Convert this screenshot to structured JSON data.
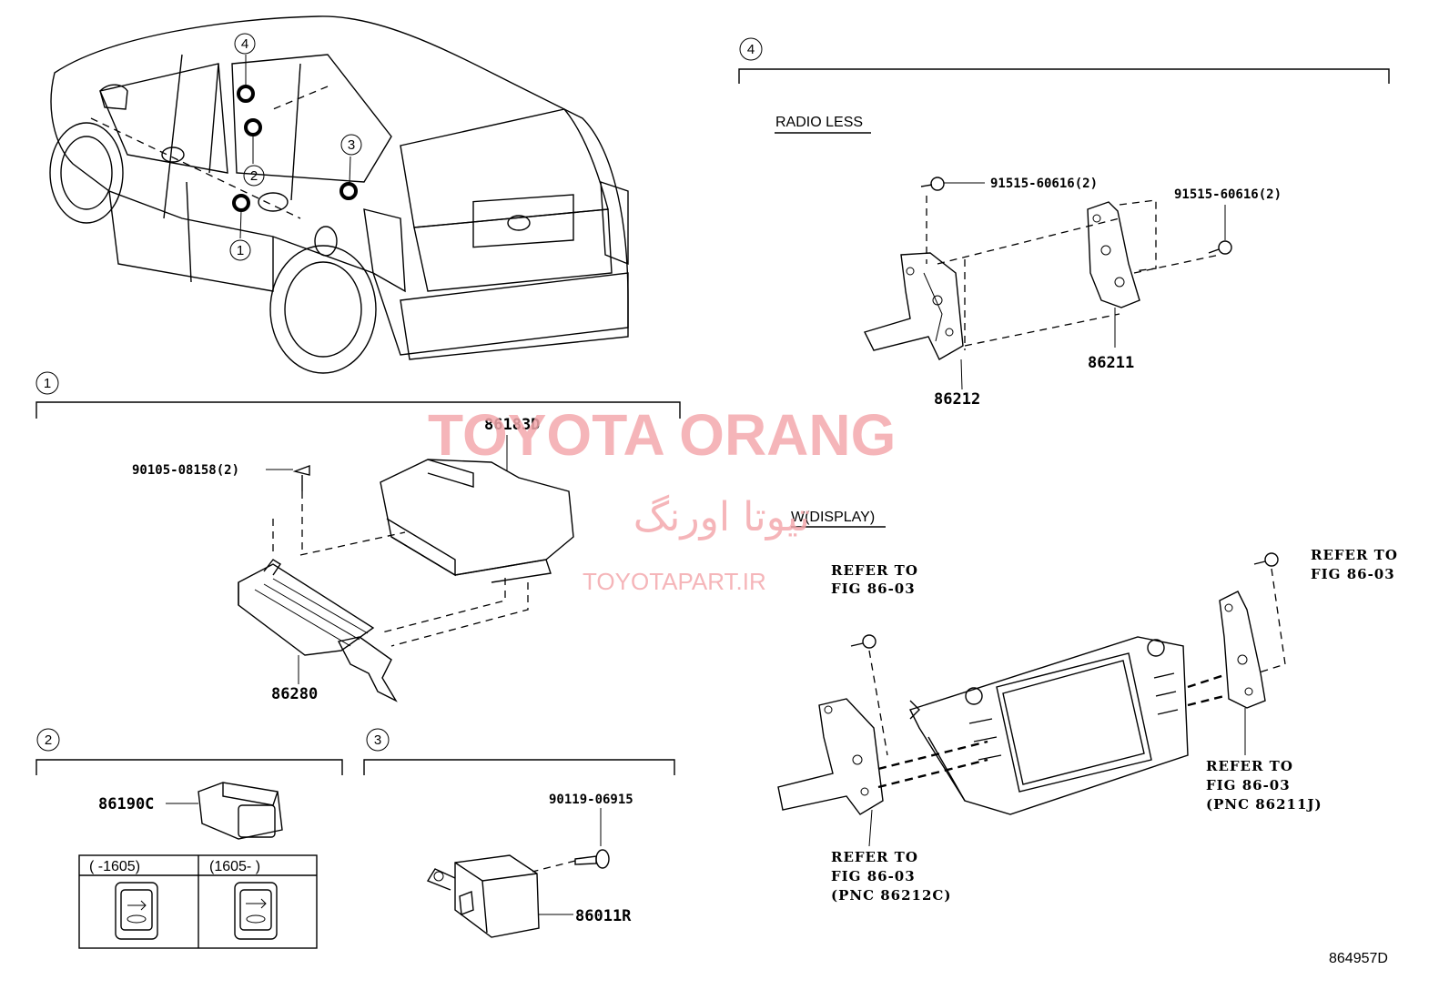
{
  "watermark": {
    "title": "TOYOTA ORANG",
    "persian": "تیوتا اورنگ",
    "site": "TOYOTAPART.IR"
  },
  "sections": {
    "s1": {
      "number": "1"
    },
    "s2": {
      "number": "2"
    },
    "s3": {
      "number": "3"
    },
    "s4": {
      "number": "4"
    }
  },
  "car_callouts": [
    "4",
    "2",
    "3",
    "1"
  ],
  "section1": {
    "bolt": "90105-08158(2)",
    "ecu": "86183D",
    "amp": "86280"
  },
  "section2": {
    "switch": "86190C",
    "table_col1": "(      -1605)",
    "table_col2": "(1605-        )"
  },
  "section3": {
    "bolt": "90119-06915",
    "sensor": "86011R"
  },
  "section4": {
    "radio_less": "RADIO LESS",
    "bolt_left": "91515-60616(2)",
    "bolt_right": "91515-60616(2)",
    "bracket_left": "86212",
    "bracket_right": "86211",
    "w_display": "W(DISPLAY)",
    "refer_a_1": "REFER TO",
    "refer_a_2": "FIG 86-03",
    "refer_b_1": "REFER TO",
    "refer_b_2": "FIG 86-03",
    "refer_c_1": "REFER TO",
    "refer_c_2": "FIG 86-03",
    "refer_c_3": "(PNC 86211J)",
    "refer_d_1": "REFER TO",
    "refer_d_2": "FIG 86-03",
    "refer_d_3": "(PNC 86212C)"
  },
  "figure_code": "864957D"
}
